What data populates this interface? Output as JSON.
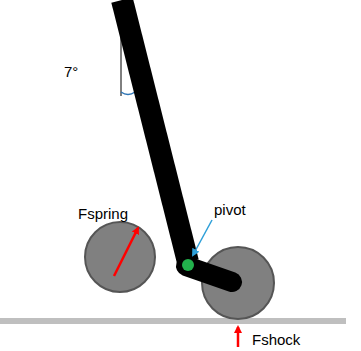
{
  "diagram": {
    "labels": [
      "7°",
      "Fspring",
      "pivot",
      "Fshock"
    ]
  }
}
